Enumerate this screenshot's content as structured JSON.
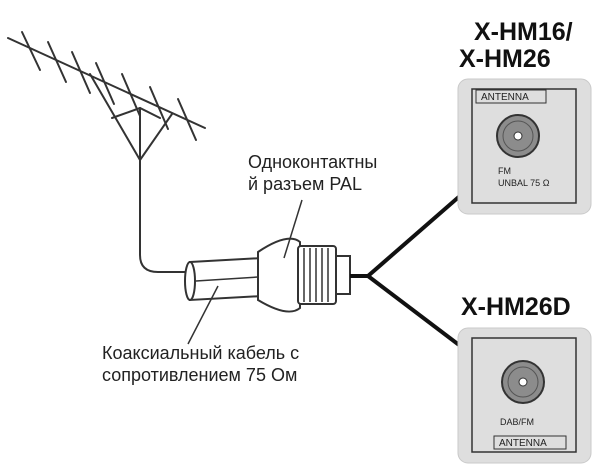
{
  "models": {
    "top": [
      "X-HM16/",
      "X-HM26"
    ],
    "bottom": "X-HM26D"
  },
  "labels": {
    "connector": [
      "Одноконтактны",
      "й разъем PAL"
    ],
    "cable": [
      "Коаксиальный кабель с",
      "сопротивлением 75 Ом"
    ]
  },
  "panels": {
    "top": {
      "tag": "ANTENNA",
      "terminal_line1": "FM",
      "terminal_line2": "UNBAL 75 Ω"
    },
    "bottom": {
      "tag": "ANTENNA",
      "terminal_label": "DAB/FM"
    }
  }
}
